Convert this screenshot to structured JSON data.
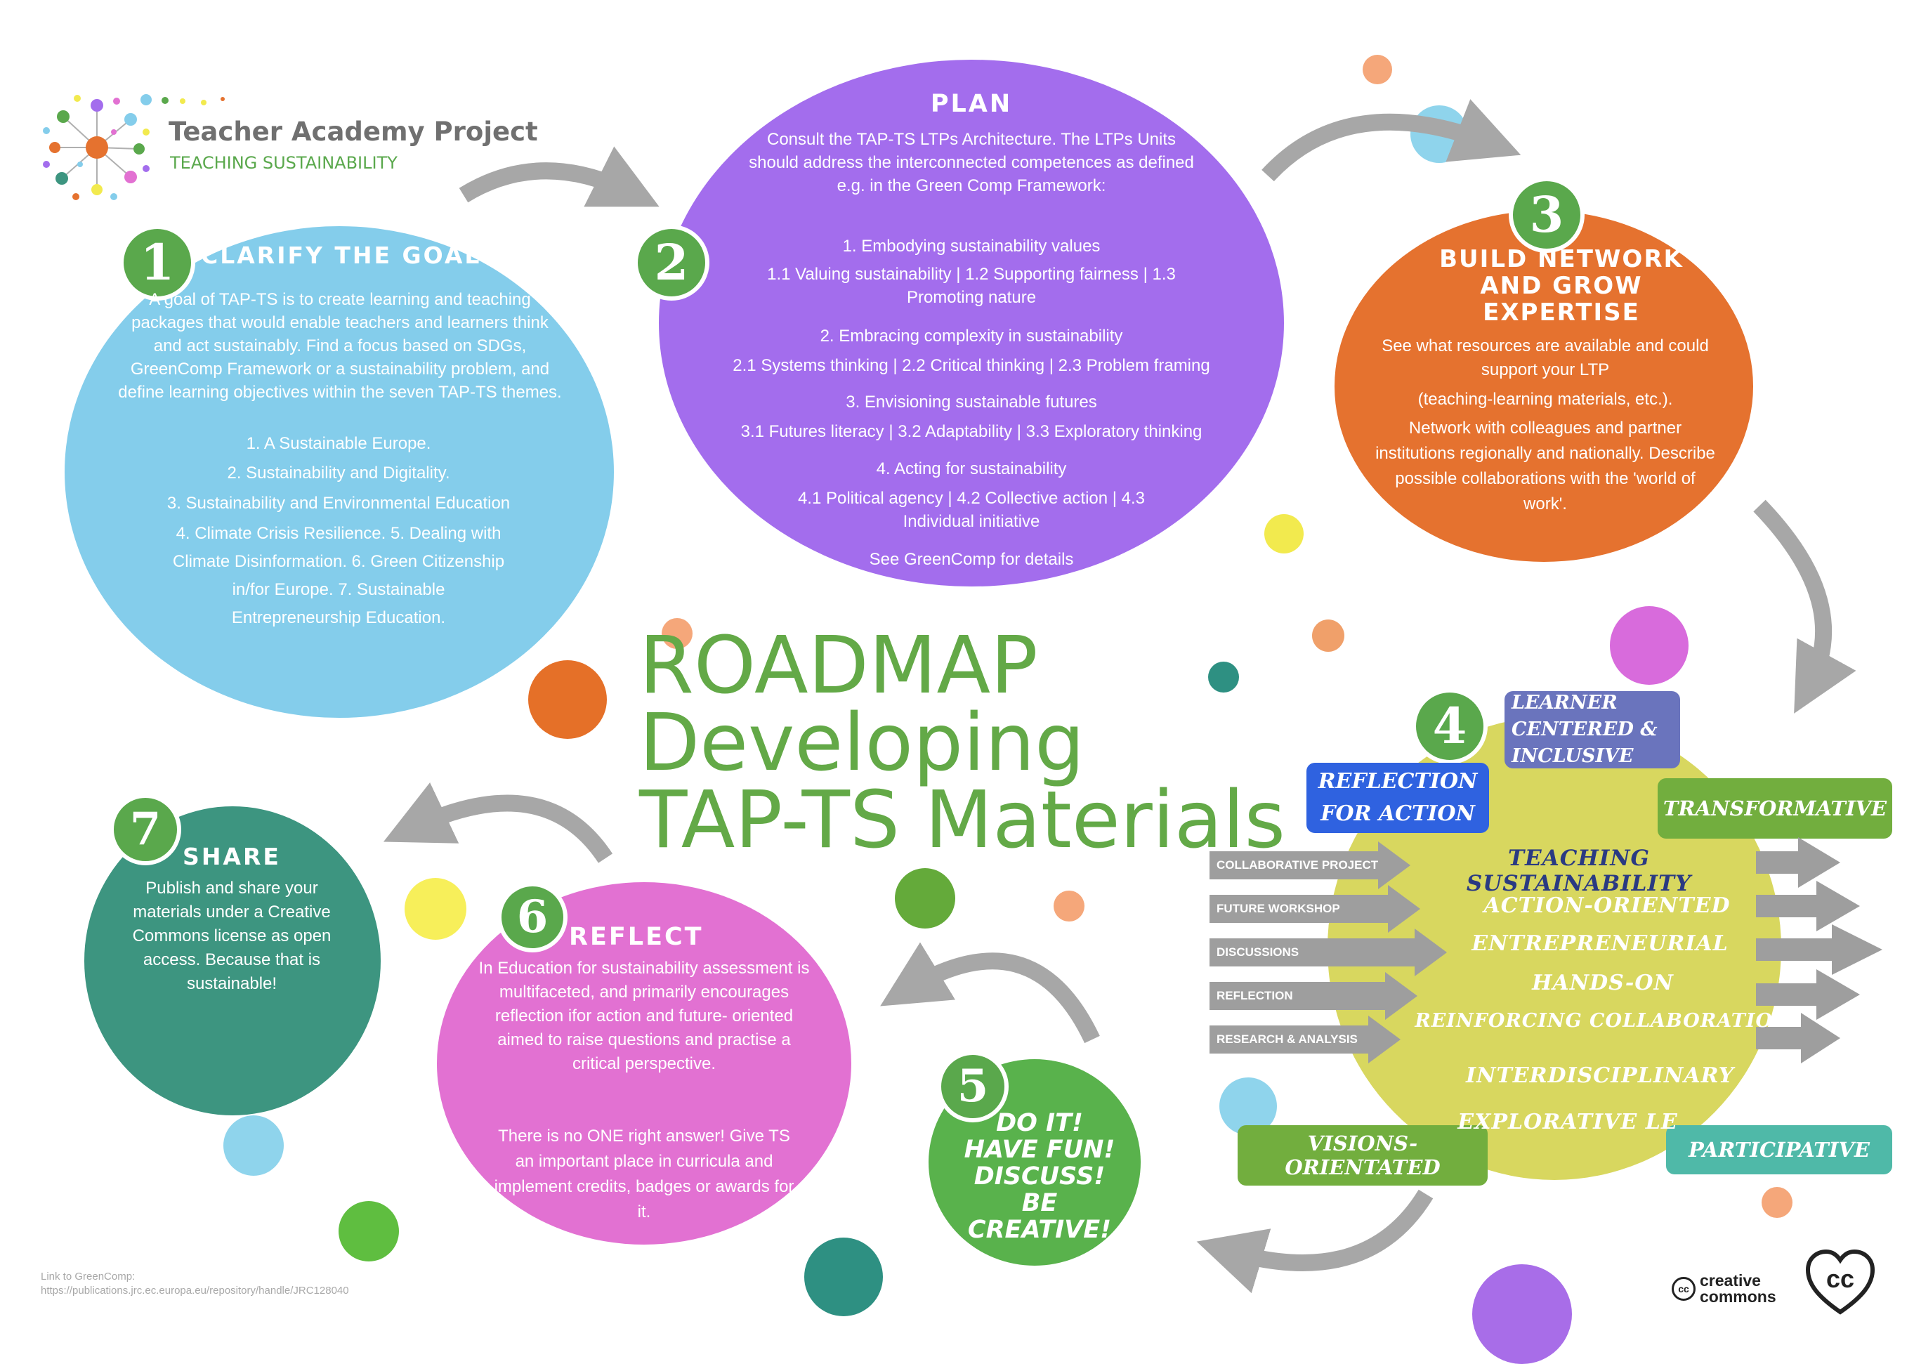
{
  "logo": {
    "name": "Teacher Academy Project",
    "tagline": "TEACHING SUSTAINABILITY"
  },
  "title": {
    "line1": "ROADMAP",
    "line2": "Developing",
    "line3": "TAP-TS Materials"
  },
  "colors": {
    "step1": "#84cdeb",
    "step2": "#a36ded",
    "step3": "#e5722f",
    "step4": "#d8d75f",
    "step5": "#59b24c",
    "step6": "#e271d2",
    "step7": "#3d9580",
    "badge": "#5aa84c",
    "title": "#63a947"
  },
  "steps": {
    "s1": {
      "number": "1",
      "title": "CLARIFY THE GOAL",
      "text": "A goal of TAP-TS is to create learning and teaching packages that would enable teachers and learners think and act sustainably. Find a focus based on SDGs, GreenComp Framework or a sustainability problem, and define learning objectives within the seven TAP-TS themes.",
      "themes": [
        "1. A Sustainable Europe.",
        "2. Sustainability and Digitality.",
        "3. Sustainability and Environmental Education",
        "4. Climate Crisis Resilience. 5. Dealing with Climate Disinformation. 6. Green Citizenship in/for Europe. 7. Sustainable Entrepreneurship Education."
      ]
    },
    "s2": {
      "number": "2",
      "title": "PLAN",
      "intro": "Consult the TAP-TS LTPs Architecture. The LTPs Units should address the interconnected competences as defined e.g. in the Green Comp Framework:",
      "items": [
        {
          "head": "1.  Embodying sustainability values",
          "sub": "1.1 Valuing sustainability  |  1.2 Supporting fairness | 1.3 Promoting nature"
        },
        {
          "head": "2. Embracing complexity in sustainability",
          "sub": "2.1 Systems thinking  |  2.2 Critical thinking  |  2.3 Problem framing"
        },
        {
          "head": "3. Envisioning sustainable futures",
          "sub": "3.1 Futures literacy  |  3.2 Adaptability  |  3.3 Exploratory thinking"
        },
        {
          "head": "4. Acting for sustainability",
          "sub": "4.1 Political agency  |  4.2 Collective action  |  4.3 Individual initiative"
        }
      ],
      "footer": "See GreenComp for details"
    },
    "s3": {
      "number": "3",
      "title": "BUILD NETWORK AND GROW EXPERTISE",
      "text1": "See what resources are available and could support your LTP",
      "text2": "(teaching-learning materials, etc.).",
      "text3": "Network with colleagues and partner institutions regionally and nationally. Describe possible collaborations with the 'world of work'."
    },
    "s4": {
      "number": "4",
      "center": "TEACHING SUSTAINABILITY",
      "qualities": [
        "ACTION-ORIENTED",
        "ENTREPRENEURIAL",
        "HANDS-ON",
        "REINFORCING COLLABORATION",
        "INTERDISCIPLINARY",
        "EXPLORATIVE LE"
      ],
      "tags": {
        "learner": "LEARNER CENTERED & INCLUSIVE",
        "reflection": "REFLECTION FOR ACTION",
        "transformative": "TRANSFORMATIVE",
        "visions": "VISIONS-ORIENTATED",
        "participative": "PARTICIPATIVE"
      },
      "methods": [
        "COLLABORATIVE PROJECTS",
        "FUTURE WORKSHOP",
        "DISCUSSIONS",
        "REFLECTION",
        "RESEARCH & ANALYSIS"
      ]
    },
    "s5": {
      "number": "5",
      "title": "DO IT! HAVE FUN! DISCUSS! BE CREATIVE!"
    },
    "s6": {
      "number": "6",
      "title": "REFLECT",
      "text1": "In Education for sustainability assessment is multifaceted, and primarily encourages reflection ifor action and future- oriented aimed to raise questions and practise a critical perspective.",
      "text2": "There is no ONE right answer! Give TS an important place in curricula and implement credits, badges or awards for it."
    },
    "s7": {
      "number": "7",
      "title": "SHARE",
      "text": "Publish and share your materials under a Creative Commons license as open access. Because that is sustainable!"
    }
  },
  "footer": {
    "link_label": "Link to GreenComp:",
    "link_url": "https://publications.jrc.ec.europa.eu/repository/handle/JRC128040",
    "cc_logo": "creative commons",
    "cc_badge": "cc"
  }
}
